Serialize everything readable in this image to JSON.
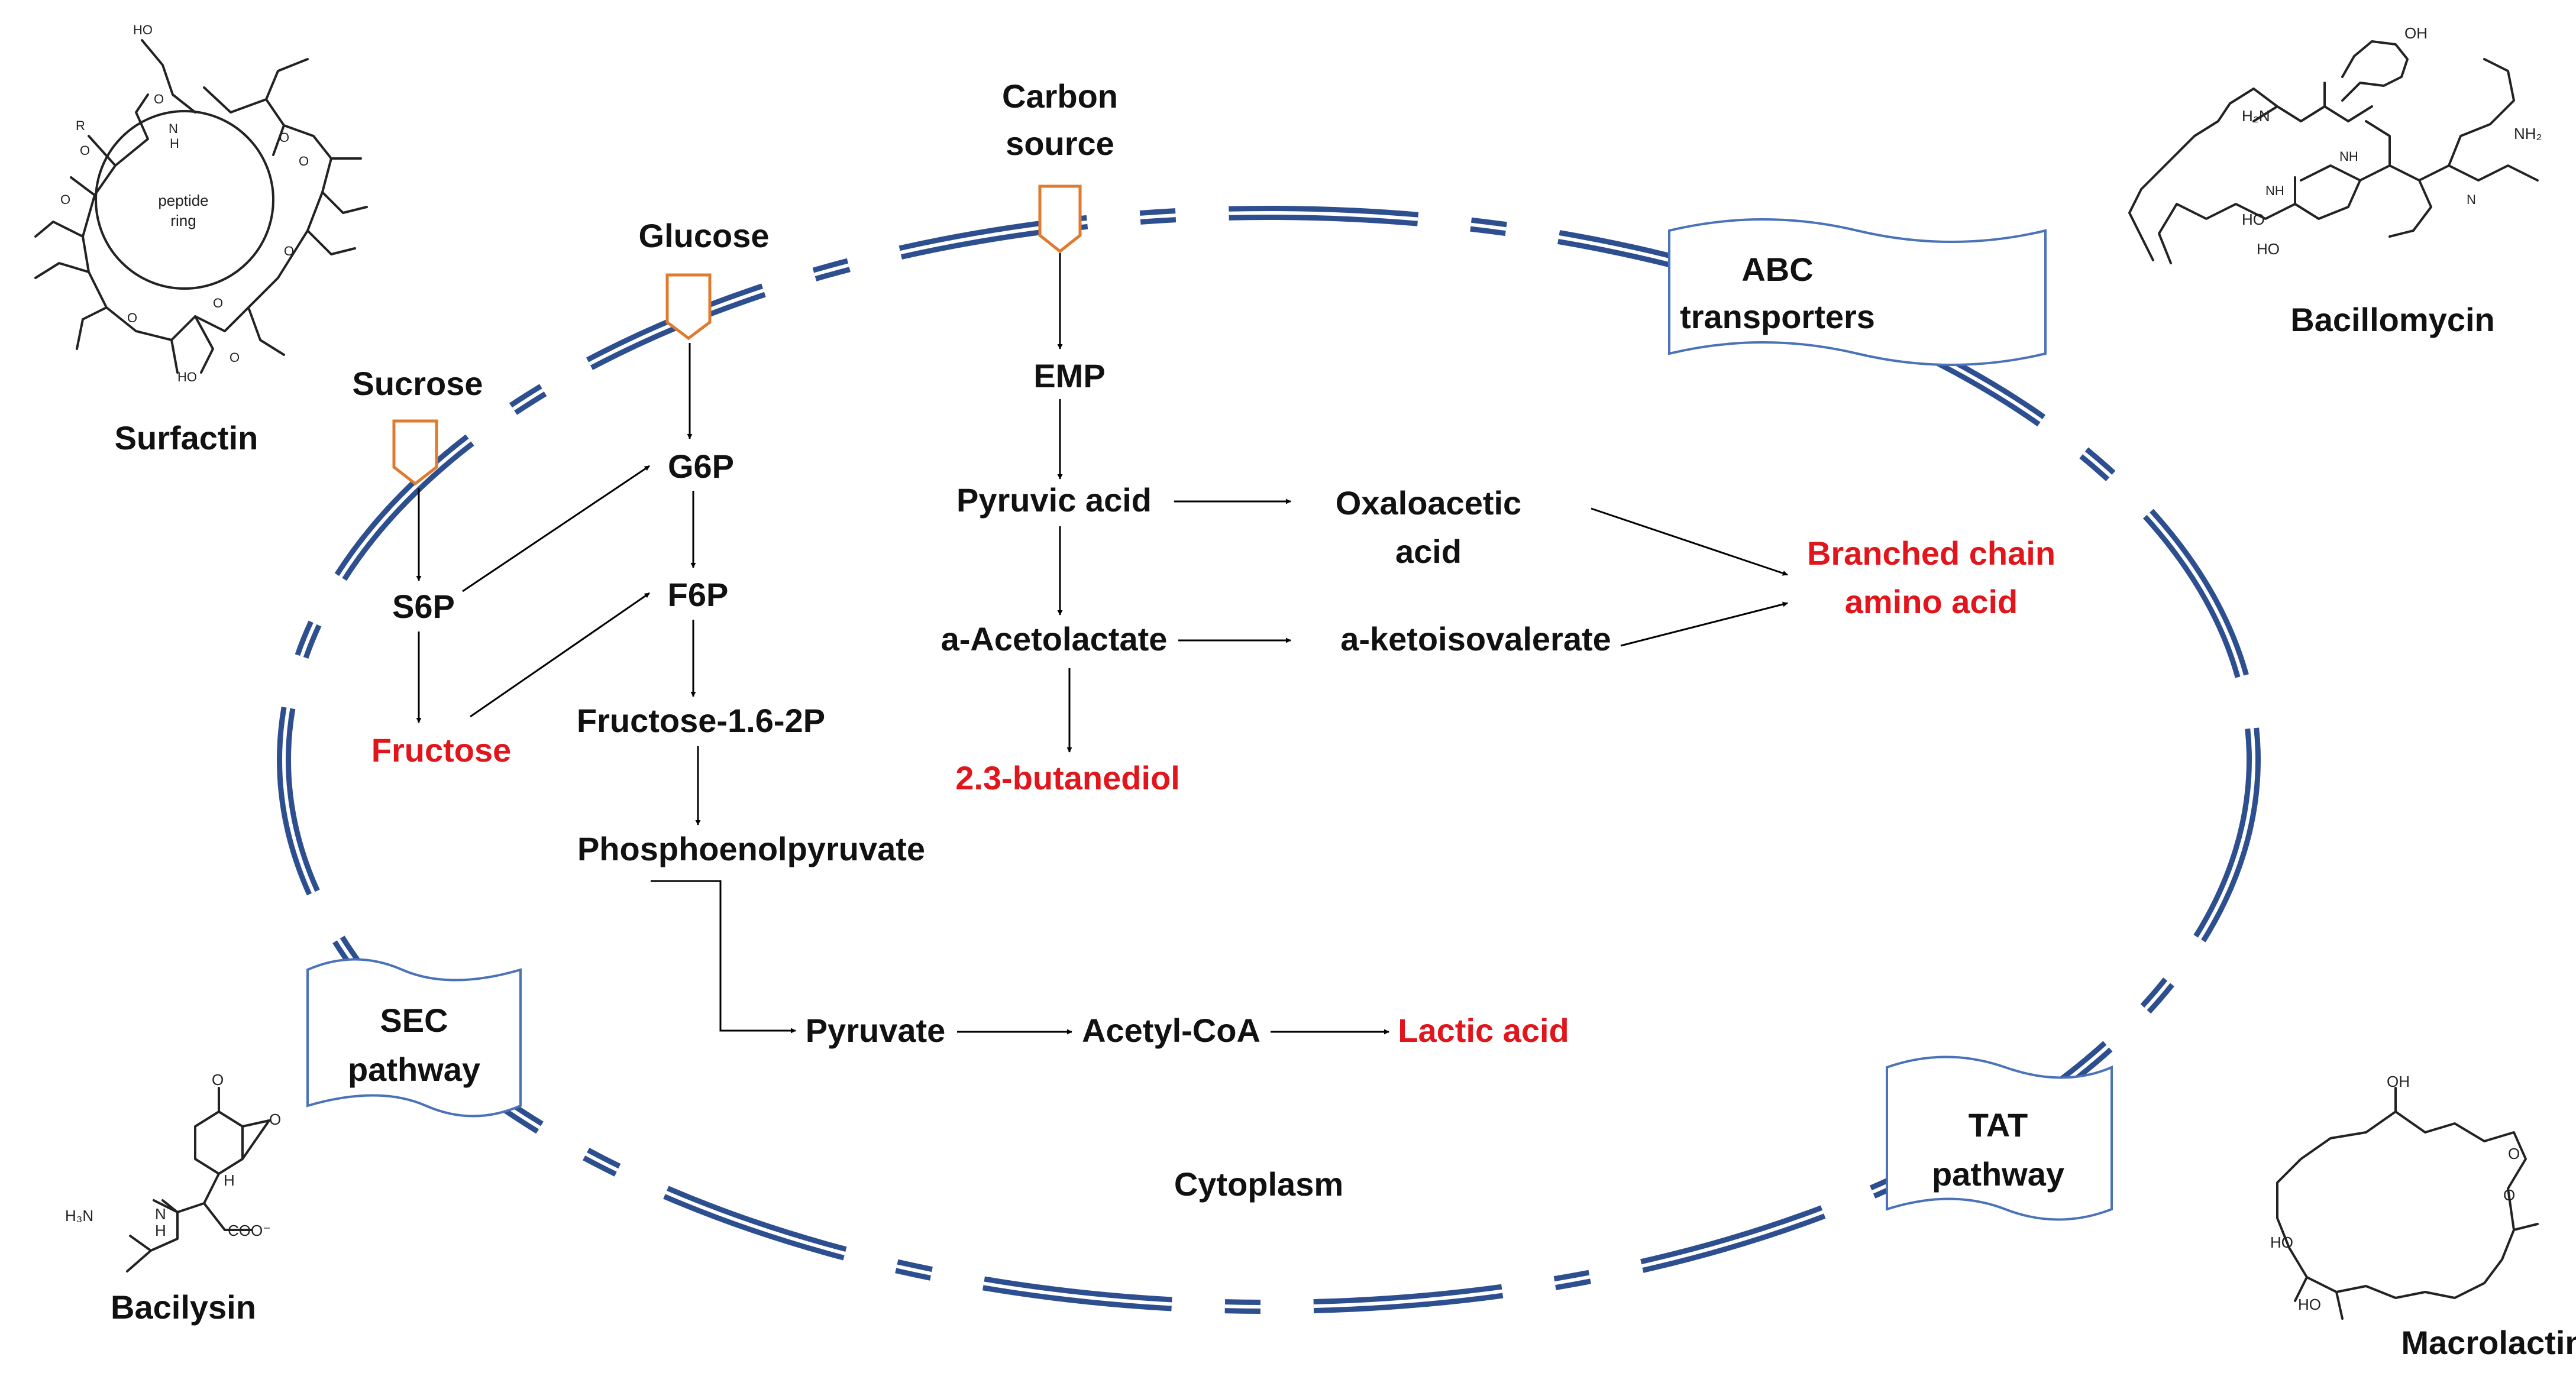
{
  "inputs": {
    "carbon_source": [
      "Carbon",
      "source"
    ],
    "glucose": "Glucose",
    "sucrose": "Sucrose"
  },
  "pathway": {
    "emp": "EMP",
    "pyruvic_acid": "Pyruvic acid",
    "oxaloacetic_acid": [
      "Oxaloacetic",
      "acid"
    ],
    "acetolactate": "a-Acetolactate",
    "ketoisovalerate": "a-ketoisovalerate",
    "branched_chain": [
      "Branched chain",
      "amino acid"
    ],
    "butanediol": "2.3-butanediol",
    "g6p": "G6P",
    "f6p": "F6P",
    "s6p": "S6P",
    "fructose": "Fructose",
    "fructose_bisphosphate": "Fructose-1.6-2P",
    "pep": "Phosphoenolpyruvate",
    "pyruvate": "Pyruvate",
    "acetyl_coa": "Acetyl-CoA",
    "lactic_acid": "Lactic acid"
  },
  "transporters": {
    "abc": [
      "ABC",
      "transporters"
    ],
    "sec": [
      "SEC",
      "pathway"
    ],
    "tat": [
      "TAT",
      "pathway"
    ]
  },
  "cell_label": "Cytoplasm",
  "metabolites": {
    "surfactin": {
      "name": "Surfactin",
      "ring": [
        "peptide",
        "ring"
      ],
      "atoms": [
        "HO",
        "O",
        "R",
        "O",
        "O",
        "O",
        "O",
        "O",
        "O",
        "O",
        "O",
        "HO",
        "N",
        "H"
      ]
    },
    "bacillomycin": {
      "name": "Bacillomycin",
      "atoms": [
        "H₂N",
        "OH",
        "NH₂",
        "HO",
        "HO",
        "NH",
        "NH",
        "N"
      ]
    },
    "bacilysin": {
      "name": "Bacilysin",
      "atoms": [
        "O",
        "O",
        "H₃N",
        "N",
        "H",
        "COO⁻",
        "H"
      ]
    },
    "macrolactin": {
      "name": "Macrolactin",
      "atoms": [
        "OH",
        "O",
        "O",
        "HO",
        "HO"
      ]
    }
  },
  "colors": {
    "product_red": "#e0161c",
    "membrane_blue": "#2e4f8f",
    "entry_orange": "#e07a2e",
    "tag_border": "#4a72b8"
  }
}
